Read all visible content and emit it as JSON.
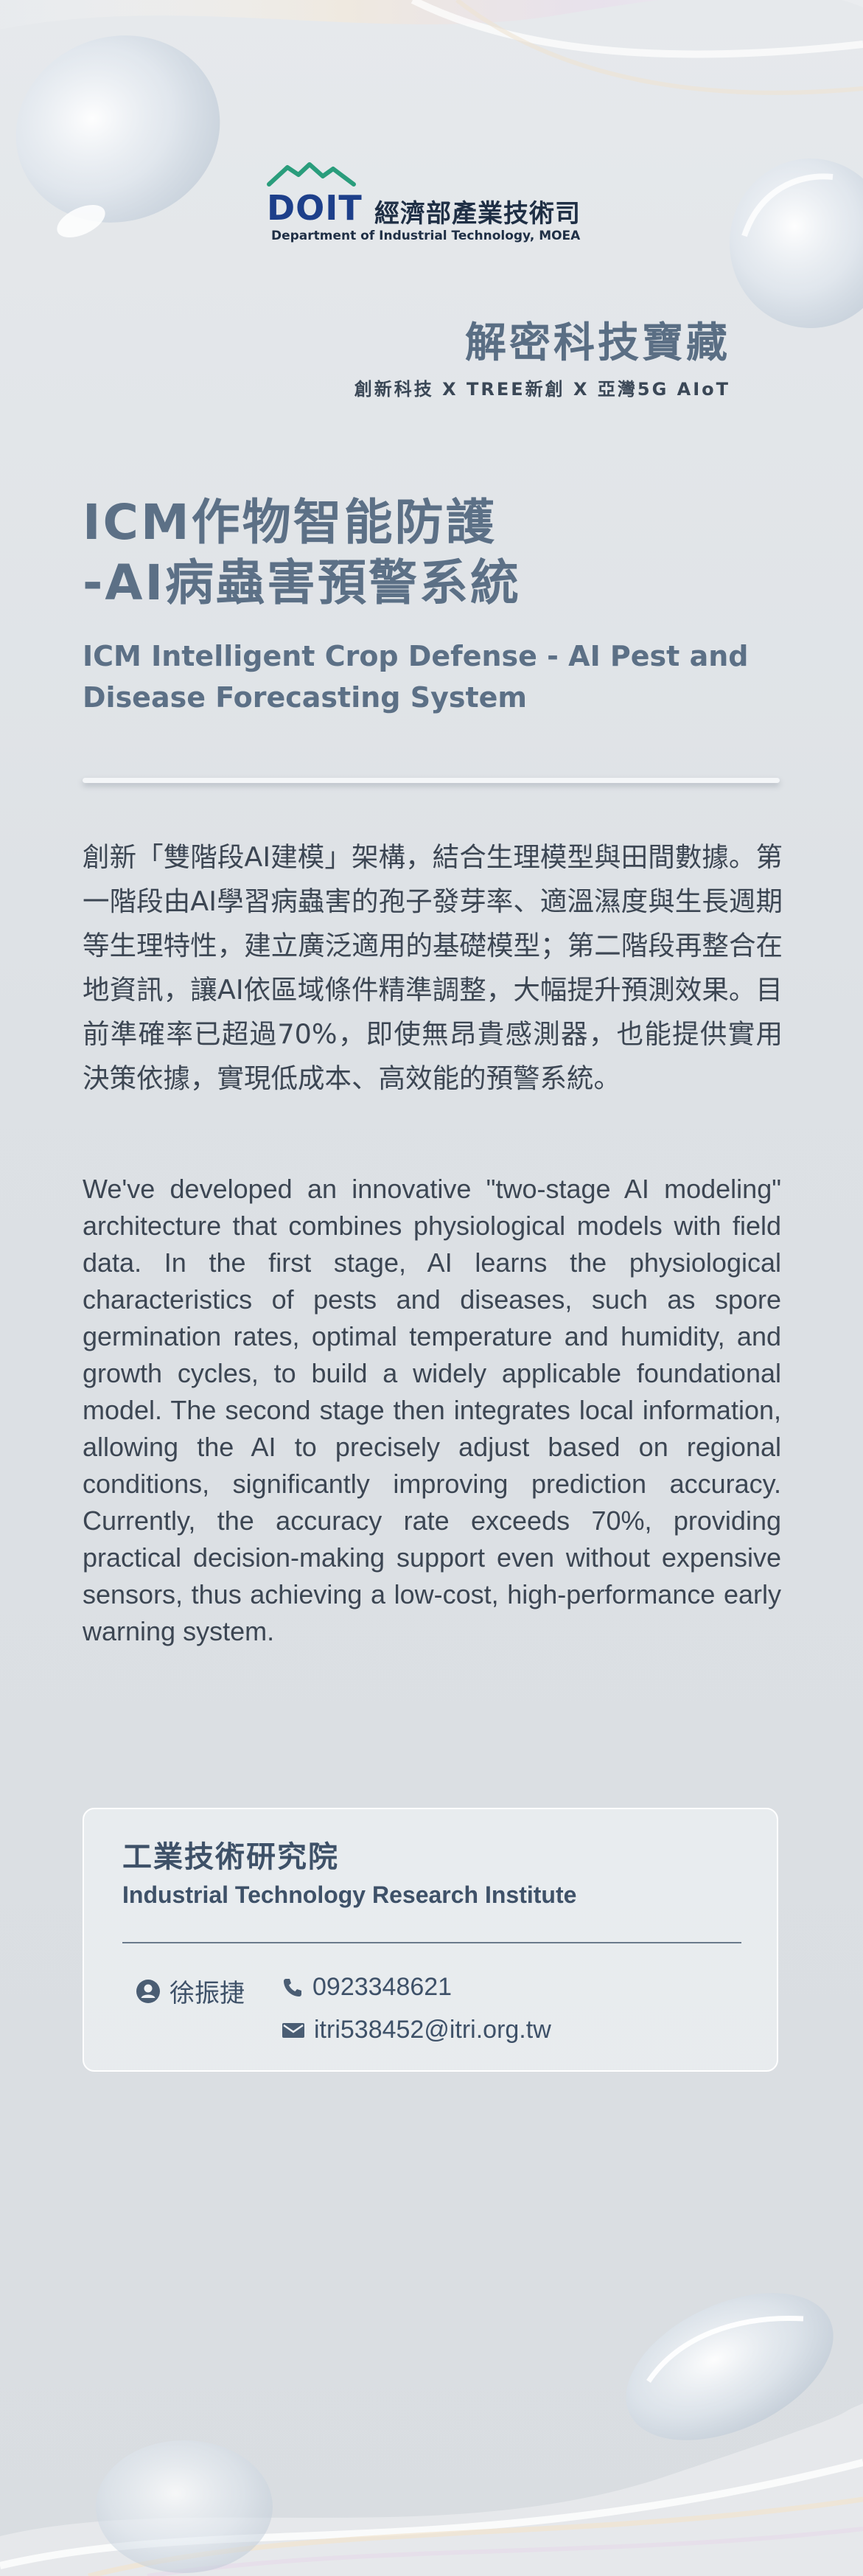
{
  "logo": {
    "brand": "DOIT",
    "name_cn": "經濟部產業技術司",
    "name_en": "Department of Industrial Technology, MOEA"
  },
  "series": {
    "title": "解密科技寶藏",
    "subtitle": "創新科技 X TREE新創 X 亞灣5G AIoT"
  },
  "project": {
    "title_cn_line1": "ICM作物智能防護",
    "title_cn_line2": "-AI病蟲害預警系統",
    "title_en": "ICM Intelligent Crop Defense - AI Pest and Disease Forecasting System"
  },
  "description": {
    "cn": "創新「雙階段AI建模」架構，結合生理模型與田間數據。第一階段由AI學習病蟲害的孢子發芽率、適溫濕度與生長週期等生理特性，建立廣泛適用的基礎模型；第二階段再整合在地資訊，讓AI依區域條件精準調整，大幅提升預測效果。目前準確率已超過70%，即使無昂貴感測器，也能提供實用決策依據，實現低成本、高效能的預警系統。",
    "en": "We've developed an innovative \"two-stage AI modeling\" architecture that combines physiological models with field data. In the first stage, AI learns the physiological characteristics of pests and diseases, such as spore germination rates, optimal temperature and humidity, and growth cycles, to build a widely applicable foundational model. The second stage then integrates local information, allowing the AI to precisely adjust based on regional conditions, significantly improving prediction accuracy. Currently, the accuracy rate exceeds 70%, providing practical decision-making support even without expensive sensors, thus achieving a low-cost, high-performance early warning system."
  },
  "contact": {
    "org_cn": "工業技術研究院",
    "org_en": "Industrial Technology Research Institute",
    "person": "徐振捷",
    "phone": "0923348621",
    "email": "itri538452@itri.org.tw",
    "icons": [
      "person-icon",
      "phone-icon",
      "mail-icon"
    ]
  },
  "colors": {
    "brand_blue": "#1d3f8a",
    "logo_green": "#2a9d7c",
    "heading": "#5c7086",
    "text": "#3c4653"
  }
}
